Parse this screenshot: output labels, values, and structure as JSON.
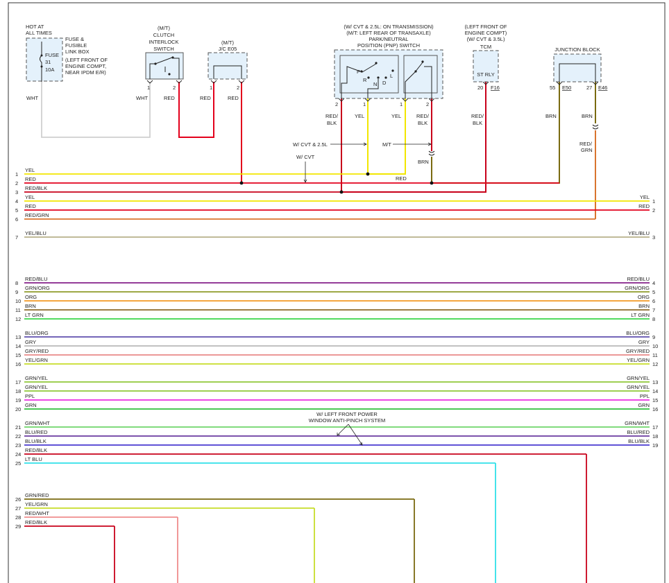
{
  "components": {
    "fuse": {
      "caption": [
        "HOT AT",
        "ALL TIMES"
      ],
      "name": [
        "FUSE &",
        "FUSIBLE",
        "LINK BOX",
        "(LEFT FRONT OF",
        "ENGINE COMPT,",
        "NEAR IPDM E/R)"
      ],
      "inner": [
        "FUSE",
        "31",
        "10A"
      ],
      "wire_label": "WHT"
    },
    "clutch": {
      "caption": [
        "(M/T)",
        "CLUTCH",
        "INTERLOCK",
        "SWITCH"
      ],
      "pins": [
        "1",
        "2"
      ],
      "wire_labels": [
        "WHT",
        "RED"
      ]
    },
    "jc": {
      "caption": [
        "(M/T)",
        "J/C E05"
      ],
      "pins": [
        "1",
        "2"
      ],
      "wire_labels": [
        "RED",
        "RED"
      ]
    },
    "pnp": {
      "caption": [
        "(W/ CVT & 2.5L: ON TRANSMISSION)",
        "(M/T: LEFT REAR OF TRANSAXLE)",
        "PARK/NEUTRAL",
        "POSITION (PNP) SWITCH"
      ],
      "positions": [
        "P",
        "R",
        "N",
        "D",
        "L"
      ],
      "pins": [
        "2",
        "1",
        "1",
        "2"
      ],
      "wire_labels": [
        "RED/",
        "BLK",
        "YEL",
        "YEL",
        "RED/",
        "BLK"
      ]
    },
    "tcm": {
      "caption": [
        "(LEFT FRONT OF",
        "ENGINE COMPT)",
        "(W/ CVT & 3.5L)",
        "TCM"
      ],
      "inner": "ST RLY",
      "pin": "20",
      "connector": "F16",
      "wire_label": [
        "RED/",
        "BLK"
      ]
    },
    "junction": {
      "caption": "JUNCTION BLOCK",
      "pins": [
        "55",
        "27"
      ],
      "connectors": [
        "E50",
        "E46"
      ],
      "wire_labels": [
        "BRN",
        "BRN",
        "RED/",
        "GRN"
      ]
    }
  },
  "annotations": {
    "cvt25": "W/ CVT & 2.5L",
    "mt": "M/T",
    "cvt": "W/ CVT",
    "brn_ground": "BRN",
    "red_line2": "RED",
    "window": [
      "W/ LEFT FRONT POWER",
      "WINDOW ANTI-PINCH SYSTEM"
    ]
  },
  "colors": {
    "YEL": "#f2e600",
    "RED": "#e3001b",
    "RED/BLK": "#c8001a",
    "RED/GRN": "#d9742e",
    "YEL/BLU": "#b7b08a",
    "RED/BLU": "#84208a",
    "GRN/ORG": "#8f9b2a",
    "ORG": "#f29a24",
    "BRN": "#8b6a2a",
    "LT GRN": "#3ad64a",
    "BLU/ORG": "#5f4fae",
    "GRY": "#b8b8b8",
    "GRY/RED": "#e88a88",
    "YEL/GRN": "#c7dd2a",
    "GRN/YEL": "#91c83a",
    "PPL": "#e92ce0",
    "GRN": "#2fbf3c",
    "GRN/WHT": "#6ed46a",
    "BLU/RED": "#6a3aa0",
    "BLU/BLK": "#4a3ad0",
    "LT BLU": "#2fe0e8",
    "GRN/RED": "#7a6a10",
    "RED/WHT": "#ef8d8d",
    "WHT": "#cfcfcf",
    "BRN/OLIVE": "#7a6a10"
  },
  "harness_left": [
    {
      "pin": "1",
      "label": "YEL"
    },
    {
      "pin": "2",
      "label": "RED"
    },
    {
      "pin": "3",
      "label": "RED/BLK"
    },
    {
      "pin": "4",
      "label": "YEL"
    },
    {
      "pin": "5",
      "label": "RED"
    },
    {
      "pin": "6",
      "label": "RED/GRN"
    },
    {
      "pin": "7",
      "label": "YEL/BLU"
    },
    {
      "pin": "8",
      "label": "RED/BLU"
    },
    {
      "pin": "9",
      "label": "GRN/ORG"
    },
    {
      "pin": "10",
      "label": "ORG"
    },
    {
      "pin": "11",
      "label": "BRN"
    },
    {
      "pin": "12",
      "label": "LT GRN"
    },
    {
      "pin": "13",
      "label": "BLU/ORG"
    },
    {
      "pin": "14",
      "label": "GRY"
    },
    {
      "pin": "15",
      "label": "GRY/RED"
    },
    {
      "pin": "16",
      "label": "YEL/GRN"
    },
    {
      "pin": "17",
      "label": "GRN/YEL"
    },
    {
      "pin": "18",
      "label": "GRN/YEL"
    },
    {
      "pin": "19",
      "label": "PPL"
    },
    {
      "pin": "20",
      "label": "GRN"
    },
    {
      "pin": "21",
      "label": "GRN/WHT"
    },
    {
      "pin": "22",
      "label": "BLU/RED"
    },
    {
      "pin": "23",
      "label": "BLU/BLK"
    },
    {
      "pin": "24",
      "label": "RED/BLK"
    },
    {
      "pin": "25",
      "label": "LT BLU"
    },
    {
      "pin": "26",
      "label": "GRN/RED"
    },
    {
      "pin": "27",
      "label": "YEL/GRN"
    },
    {
      "pin": "28",
      "label": "RED/WHT"
    },
    {
      "pin": "29",
      "label": "RED/BLK"
    }
  ],
  "harness_right": [
    {
      "pin": "1",
      "label": "YEL"
    },
    {
      "pin": "2",
      "label": "RED"
    },
    {
      "pin": "3",
      "label": "YEL/BLU"
    },
    {
      "pin": "4",
      "label": "RED/BLU"
    },
    {
      "pin": "5",
      "label": "GRN/ORG"
    },
    {
      "pin": "6",
      "label": "ORG"
    },
    {
      "pin": "7",
      "label": "BRN"
    },
    {
      "pin": "8",
      "label": "LT GRN"
    },
    {
      "pin": "9",
      "label": "BLU/ORG"
    },
    {
      "pin": "10",
      "label": "GRY"
    },
    {
      "pin": "11",
      "label": "GRY/RED"
    },
    {
      "pin": "12",
      "label": "YEL/GRN"
    },
    {
      "pin": "13",
      "label": "GRN/YEL"
    },
    {
      "pin": "14",
      "label": "GRN/YEL"
    },
    {
      "pin": "15",
      "label": "PPL"
    },
    {
      "pin": "16",
      "label": "GRN"
    },
    {
      "pin": "17",
      "label": "GRN/WHT"
    },
    {
      "pin": "18",
      "label": "BLU/RED"
    },
    {
      "pin": "19",
      "label": "BLU/BLK"
    }
  ]
}
